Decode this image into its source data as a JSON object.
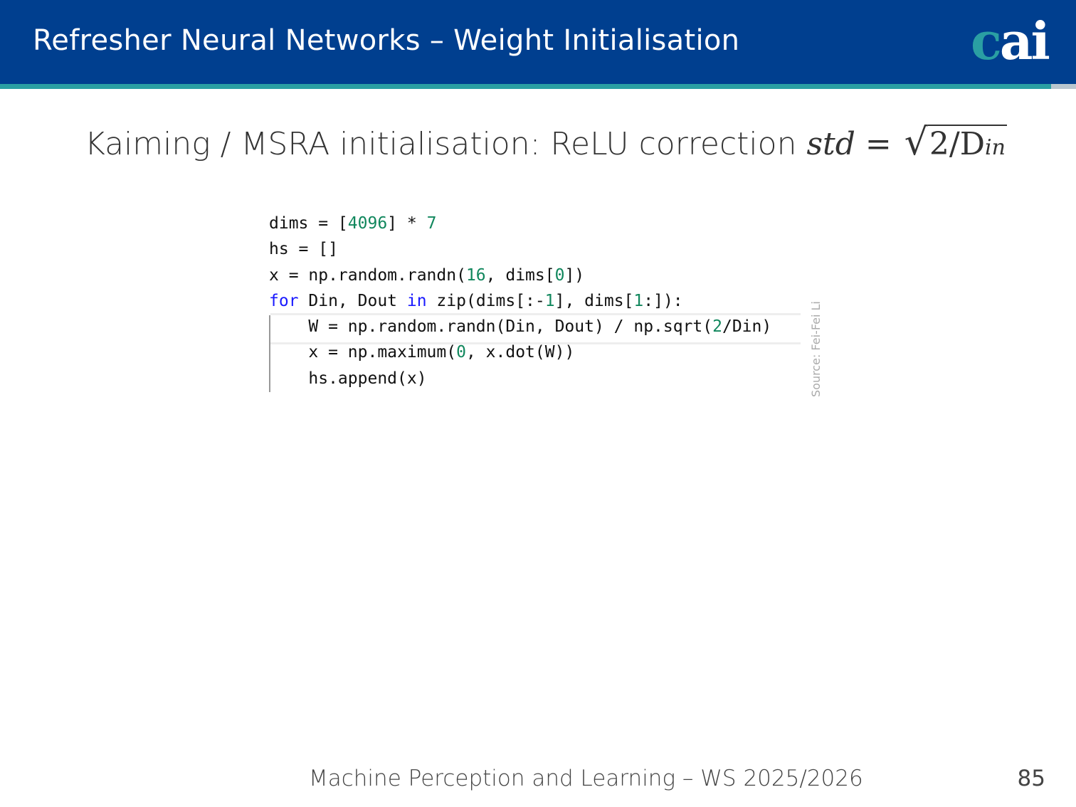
{
  "header": {
    "title": "Refresher Neural Networks – Weight Initialisation",
    "logo_c": "c",
    "logo_ai": "ai"
  },
  "subtitle": {
    "text": "Kaiming / MSRA initialisation: ReLU correction ",
    "std": "std",
    "eq": " = ",
    "radical": "√",
    "formula": "2/D",
    "subscript": "in"
  },
  "code": {
    "lines": [
      [
        {
          "t": "dims = [",
          "c": ""
        },
        {
          "t": "4096",
          "c": "num"
        },
        {
          "t": "] * ",
          "c": ""
        },
        {
          "t": "7",
          "c": "num"
        }
      ],
      [
        {
          "t": "hs = []",
          "c": ""
        }
      ],
      [
        {
          "t": "x = np.random.randn(",
          "c": ""
        },
        {
          "t": "16",
          "c": "num"
        },
        {
          "t": ", dims[",
          "c": ""
        },
        {
          "t": "0",
          "c": "num"
        },
        {
          "t": "])",
          "c": ""
        }
      ],
      [
        {
          "t": "for",
          "c": "kw"
        },
        {
          "t": " Din, Dout ",
          "c": ""
        },
        {
          "t": "in",
          "c": "kw"
        },
        {
          "t": " zip(dims[:-",
          "c": ""
        },
        {
          "t": "1",
          "c": "num"
        },
        {
          "t": "], dims[",
          "c": ""
        },
        {
          "t": "1",
          "c": "num"
        },
        {
          "t": ":]):",
          "c": ""
        }
      ],
      [
        {
          "t": "    W = np.random.randn(Din, Dout) / np.sqrt(",
          "c": ""
        },
        {
          "t": "2",
          "c": "num"
        },
        {
          "t": "/Din)",
          "c": ""
        }
      ],
      [
        {
          "t": "    x = np.maximum(",
          "c": ""
        },
        {
          "t": "0",
          "c": "num"
        },
        {
          "t": ", x.dot(W))",
          "c": ""
        }
      ],
      [
        {
          "t": "    hs.append(x)",
          "c": ""
        }
      ]
    ]
  },
  "source": "Source: Fei-Fei Li",
  "footer": {
    "text": "Machine Perception and Learning – WS 2025/2026",
    "page": "85"
  },
  "colors": {
    "header": "#003f8f",
    "accent": "#2a9fa3",
    "keyword": "#1a1aff",
    "number": "#11875d"
  }
}
